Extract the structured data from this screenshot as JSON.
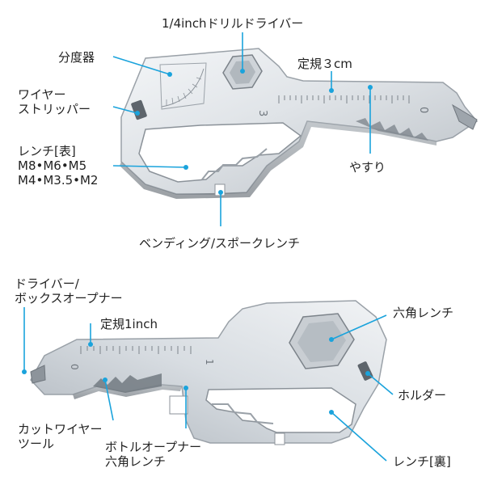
{
  "top_labels": {
    "driver": "1/4inchドリルドライバー",
    "protractor": "分度器",
    "ruler_3cm": "定規３cm",
    "wire_stripper": [
      "ワイヤー",
      "ストリッパー"
    ],
    "wrench_front": [
      "レンチ[表]",
      "M8•M6•M5",
      "M4•M3.5•M2"
    ],
    "file": "やすり",
    "spoke_wrench": "ベンディング/スポークレンチ",
    "ruler_digits": [
      "3",
      "0"
    ]
  },
  "bottom_labels": {
    "driver_opener": [
      "ドライバー/",
      "ボックスオープナー"
    ],
    "ruler_1inch": "定規1inch",
    "hex_wrench": "六角レンチ",
    "holder": "ホルダー",
    "cut_wire": [
      "カットワイヤー",
      "ツール"
    ],
    "bottle_opener": [
      "ボトルオープナー",
      "六角レンチ"
    ],
    "wrench_back": "レンチ[裏]",
    "ruler_digits": [
      "0",
      "1"
    ]
  },
  "colors": {
    "accent": "#1aa3dc",
    "metal_light": "#e9ecef",
    "metal_dark": "#8e959c"
  }
}
